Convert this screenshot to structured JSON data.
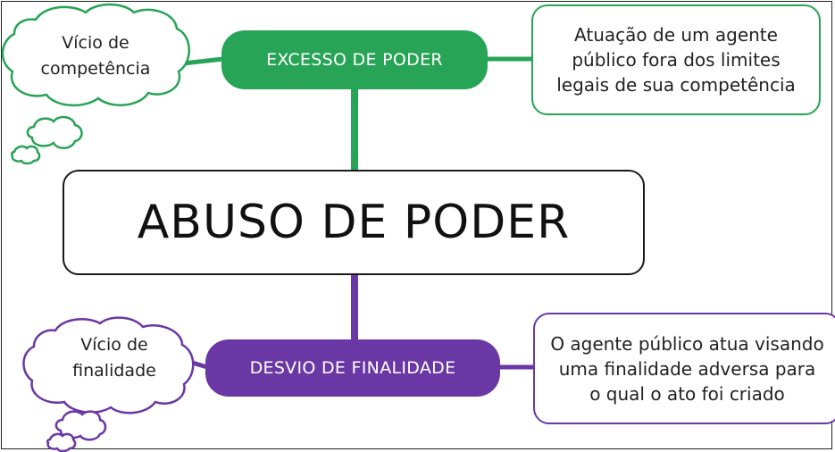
{
  "central_node": {
    "label": "ABUSO DE PODER"
  },
  "branches": [
    {
      "label": "EXCESSO DE PODER",
      "color": "#27a456",
      "cloud_lines": [
        "Vício de",
        "competência"
      ],
      "description_lines": [
        "Atuação de um agente",
        "público fora dos limites",
        "legais de sua competência"
      ]
    },
    {
      "label": "DESVIO DE FINALIDADE",
      "color": "#6a38a4",
      "cloud_lines": [
        "Vício de",
        "finalidade"
      ],
      "description_lines": [
        "O agente público atua visando",
        "uma finalidade adversa para",
        "o qual o ato foi criado"
      ]
    }
  ]
}
